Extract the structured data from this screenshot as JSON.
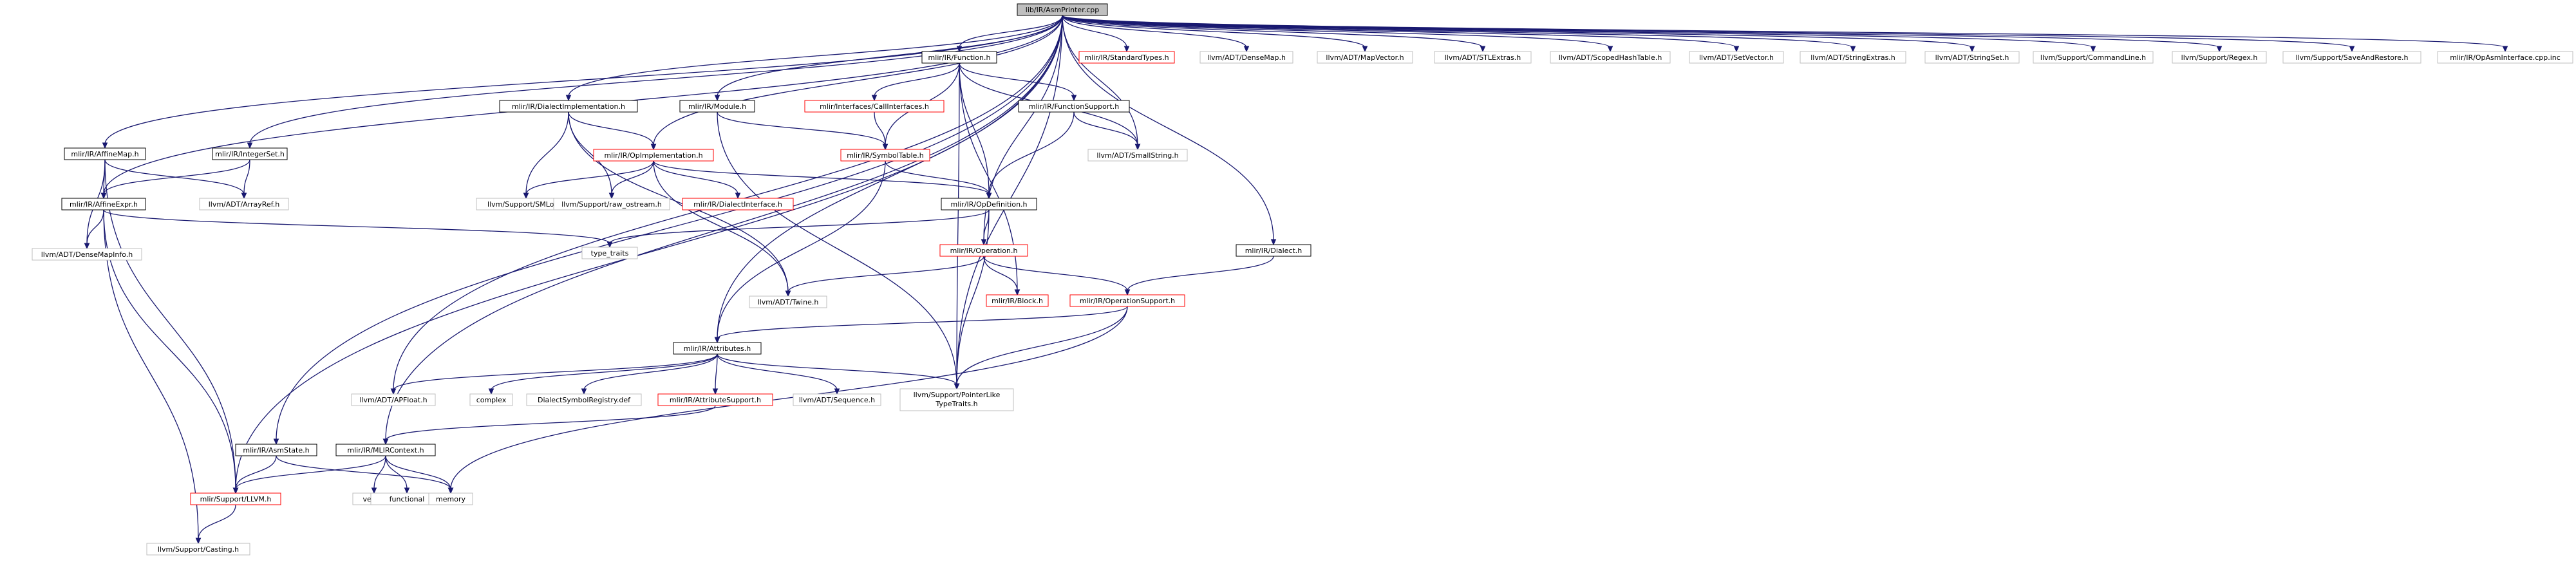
{
  "colors": {
    "edge": "#191970",
    "border_normal": "#000000",
    "border_truncated": "#ff0000",
    "border_leaf": "#bfbfbf",
    "fill_root": "#bfbfbf",
    "fill": "#ffffff",
    "text": "#000000"
  },
  "nodes": [
    {
      "id": "root",
      "label": "lib/IR/AsmPrinter.cpp",
      "kind": "root"
    },
    {
      "id": "func",
      "label": "mlir/IR/Function.h",
      "kind": "normal"
    },
    {
      "id": "stdtypes",
      "label": "mlir/IR/StandardTypes.h",
      "kind": "truncated"
    },
    {
      "id": "densemap",
      "label": "llvm/ADT/DenseMap.h",
      "kind": "leaf"
    },
    {
      "id": "mapvector",
      "label": "llvm/ADT/MapVector.h",
      "kind": "leaf"
    },
    {
      "id": "stlextras",
      "label": "llvm/ADT/STLExtras.h",
      "kind": "leaf"
    },
    {
      "id": "scopedhash",
      "label": "llvm/ADT/ScopedHashTable.h",
      "kind": "leaf"
    },
    {
      "id": "setvector",
      "label": "llvm/ADT/SetVector.h",
      "kind": "leaf"
    },
    {
      "id": "stringextras",
      "label": "llvm/ADT/StringExtras.h",
      "kind": "leaf"
    },
    {
      "id": "stringset",
      "label": "llvm/ADT/StringSet.h",
      "kind": "leaf"
    },
    {
      "id": "cmdline",
      "label": "llvm/Support/CommandLine.h",
      "kind": "leaf"
    },
    {
      "id": "regex",
      "label": "llvm/Support/Regex.h",
      "kind": "leaf"
    },
    {
      "id": "saverestore",
      "label": "llvm/Support/SaveAndRestore.h",
      "kind": "leaf"
    },
    {
      "id": "opasminc",
      "label": "mlir/IR/OpAsmInterface.cpp.inc",
      "kind": "leaf"
    },
    {
      "id": "dialectimpl",
      "label": "mlir/IR/DialectImplementation.h",
      "kind": "normal"
    },
    {
      "id": "module",
      "label": "mlir/IR/Module.h",
      "kind": "normal"
    },
    {
      "id": "callif",
      "label": "mlir/Interfaces/CallInterfaces.h",
      "kind": "truncated"
    },
    {
      "id": "funcsupport",
      "label": "mlir/IR/FunctionSupport.h",
      "kind": "normal"
    },
    {
      "id": "affinemap",
      "label": "mlir/IR/AffineMap.h",
      "kind": "normal"
    },
    {
      "id": "integerset",
      "label": "mlir/IR/IntegerSet.h",
      "kind": "normal"
    },
    {
      "id": "opimpl",
      "label": "mlir/IR/OpImplementation.h",
      "kind": "truncated"
    },
    {
      "id": "symtable",
      "label": "mlir/IR/SymbolTable.h",
      "kind": "truncated"
    },
    {
      "id": "smallstring",
      "label": "llvm/ADT/SmallString.h",
      "kind": "leaf"
    },
    {
      "id": "arrayref",
      "label": "llvm/ADT/ArrayRef.h",
      "kind": "leaf"
    },
    {
      "id": "affineexpr",
      "label": "mlir/IR/AffineExpr.h",
      "kind": "normal"
    },
    {
      "id": "smloc",
      "label": "llvm/Support/SMLoc.h",
      "kind": "leaf"
    },
    {
      "id": "rawostream",
      "label": "llvm/Support/raw_ostream.h",
      "kind": "leaf"
    },
    {
      "id": "dialectif",
      "label": "mlir/IR/DialectInterface.h",
      "kind": "truncated"
    },
    {
      "id": "opdef",
      "label": "mlir/IR/OpDefinition.h",
      "kind": "normal"
    },
    {
      "id": "densemapinfo",
      "label": "llvm/ADT/DenseMapInfo.h",
      "kind": "leaf"
    },
    {
      "id": "typetraits",
      "label": "type_traits",
      "kind": "leaf"
    },
    {
      "id": "operation",
      "label": "mlir/IR/Operation.h",
      "kind": "truncated"
    },
    {
      "id": "dialect",
      "label": "mlir/IR/Dialect.h",
      "kind": "normal"
    },
    {
      "id": "block",
      "label": "mlir/IR/Block.h",
      "kind": "truncated"
    },
    {
      "id": "opsupport",
      "label": "mlir/IR/OperationSupport.h",
      "kind": "truncated"
    },
    {
      "id": "twine",
      "label": "llvm/ADT/Twine.h",
      "kind": "leaf"
    },
    {
      "id": "attributes",
      "label": "mlir/IR/Attributes.h",
      "kind": "normal"
    },
    {
      "id": "apfloat",
      "label": "llvm/ADT/APFloat.h",
      "kind": "leaf"
    },
    {
      "id": "complex",
      "label": "complex",
      "kind": "leaf"
    },
    {
      "id": "dialectsymreg",
      "label": "DialectSymbolRegistry.def",
      "kind": "leaf"
    },
    {
      "id": "attrsupport",
      "label": "mlir/IR/AttributeSupport.h",
      "kind": "truncated"
    },
    {
      "id": "sequence",
      "label": "llvm/ADT/Sequence.h",
      "kind": "leaf"
    },
    {
      "id": "ptrlike",
      "label": "llvm/Support/PointerLike\nTypeTraits.h",
      "kind": "leaf"
    },
    {
      "id": "asmstate",
      "label": "mlir/IR/AsmState.h",
      "kind": "normal"
    },
    {
      "id": "mlircontext",
      "label": "mlir/IR/MLIRContext.h",
      "kind": "normal"
    },
    {
      "id": "llvmh",
      "label": "mlir/Support/LLVM.h",
      "kind": "truncated"
    },
    {
      "id": "vector",
      "label": "vector",
      "kind": "leaf"
    },
    {
      "id": "functional",
      "label": "functional",
      "kind": "leaf"
    },
    {
      "id": "memory",
      "label": "memory",
      "kind": "leaf"
    },
    {
      "id": "casting",
      "label": "llvm/Support/Casting.h",
      "kind": "leaf"
    }
  ]
}
